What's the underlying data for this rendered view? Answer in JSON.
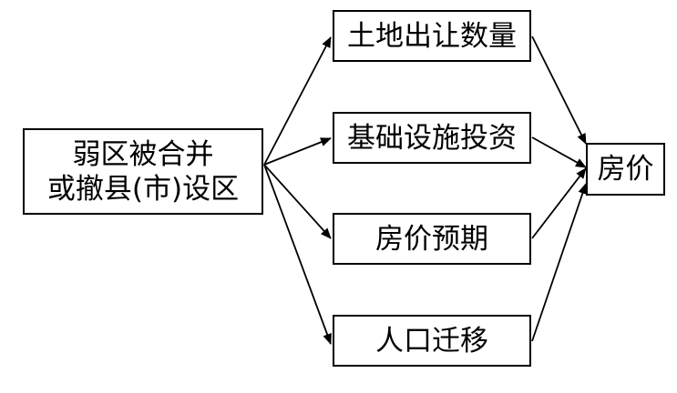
{
  "diagram": {
    "source": {
      "line1": "弱区被合并",
      "line2": "或撤县(市)设区"
    },
    "mediators": [
      {
        "label": "土地出让数量"
      },
      {
        "label": "基础设施投资"
      },
      {
        "label": "房价预期"
      },
      {
        "label": "人口迁移"
      }
    ],
    "target": {
      "label": "房价"
    }
  }
}
